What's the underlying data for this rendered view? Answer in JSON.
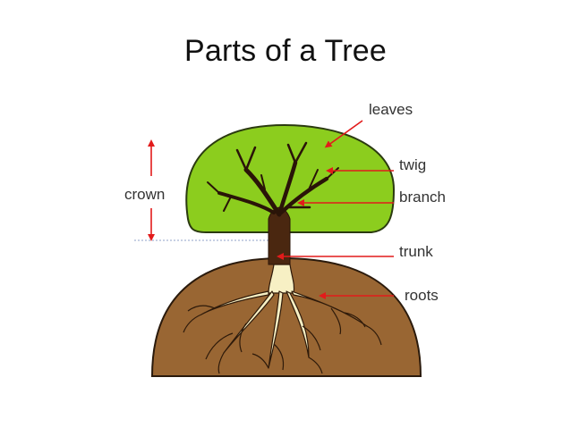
{
  "title": "Parts of a Tree",
  "labels": {
    "leaves": "leaves",
    "twig": "twig",
    "branch": "branch",
    "trunk": "trunk",
    "roots": "roots",
    "crown": "crown"
  },
  "colors": {
    "crown_fill": "#8ccd1e",
    "soil_fill": "#996633",
    "trunk_fill": "#4a2710",
    "root_fill": "#f7f0c4",
    "arrow": "#e21b1b"
  }
}
